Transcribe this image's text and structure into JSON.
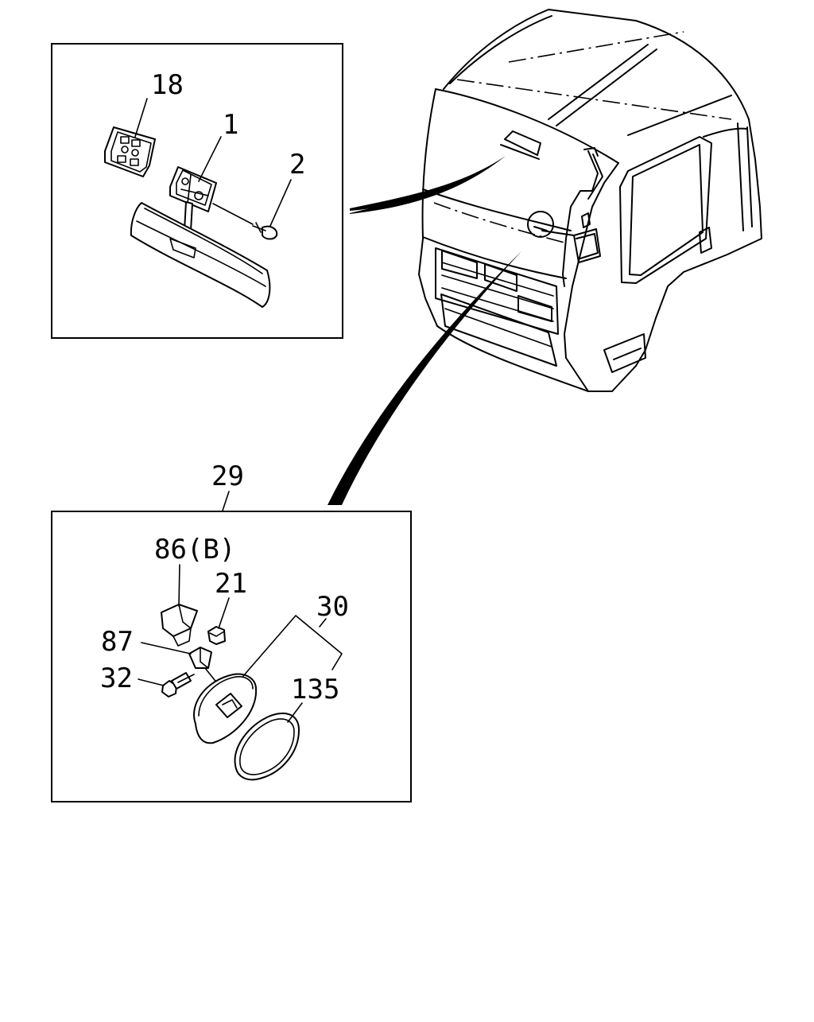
{
  "labels": {
    "p18": "18",
    "p1": "1",
    "p2": "2",
    "p29": "29",
    "p86b": "86(B)",
    "p21": "21",
    "p30": "30",
    "p87": "87",
    "p32": "32",
    "p135": "135"
  }
}
